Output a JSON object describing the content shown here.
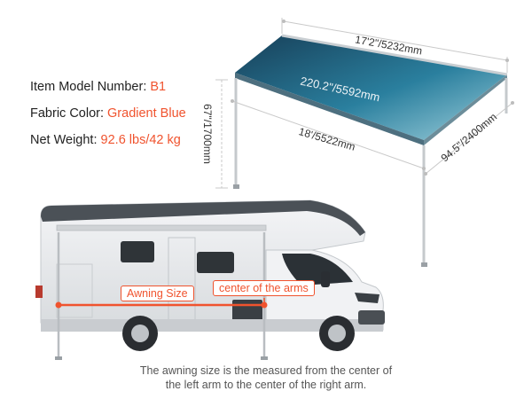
{
  "specs": {
    "model_label": "Item Model Number: ",
    "model_value": "B1",
    "fabric_label": "Fabric Color: ",
    "fabric_value": "Gradient Blue",
    "weight_label": "Net Weight: ",
    "weight_value": "92.6 lbs/42 kg"
  },
  "dimensions": {
    "top_length": "17'2\"/5232mm",
    "fabric_length": "220.2\"/5592mm",
    "front_length": "18'/5522mm",
    "height": "67\"/1700mm",
    "depth": "94.5\"/2400mm"
  },
  "labels": {
    "awning_size": "Awning Size",
    "center_of_arms": "center of the arms"
  },
  "caption": {
    "line1": "The awning size is the measured from the center of",
    "line2": "the left arm to the center of the right arm."
  },
  "colors": {
    "accent": "#f0532e",
    "fabric_dark": "#1f4a63",
    "fabric_light": "#2e9bb7",
    "rv_body": "#e9ebee"
  }
}
